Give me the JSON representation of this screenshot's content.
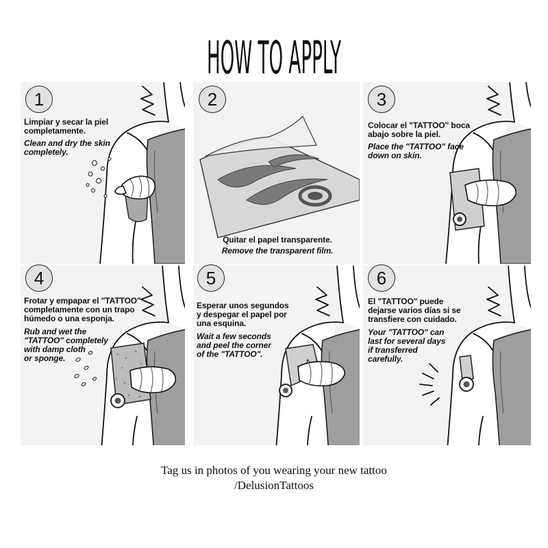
{
  "title": "HOW TO APPLY",
  "steps": [
    {
      "number": "1",
      "es": "Limpiar y secar la piel\ncompletamente.",
      "en": "Clean and dry the skin\ncompletely."
    },
    {
      "number": "2",
      "es": "Quitar el papel transparente.",
      "en": "Remove the transparent film."
    },
    {
      "number": "3",
      "es": "Colocar el \"TATTOO\" boca\nabajo sobre la piel.",
      "en": "Place the \"TATTOO\" face\ndown on skin."
    },
    {
      "number": "4",
      "es": "Frotar y empapar el \"TATTOO\"\ncompletamente con un trapo\nhúmedo o una esponja.",
      "en": "Rub and wet the\n\"TATTOO\" completely\nwith damp cloth\nor sponge."
    },
    {
      "number": "5",
      "es": "Esperar unos segundos\ny despegar el papel por\nuna esquina.",
      "en": "Wait a few seconds\nand peel the corner\nof the \"TATTOO\"."
    },
    {
      "number": "6",
      "es": "El \"TATTOO\" puede\ndejarse varios días si se\ntransfiere con cuidado.",
      "en": "Your \"TATTOO\" can\nlast for several days\nif transferred\ncarefully."
    }
  ],
  "footer": {
    "tagline": "Tag us in photos of you wearing your new tattoo",
    "handle": "/DelusionTattoos"
  },
  "colors": {
    "panel_background": "#f3f3f1",
    "shirt": "#9e9e9e",
    "number_circle": "#e2e2e0"
  }
}
